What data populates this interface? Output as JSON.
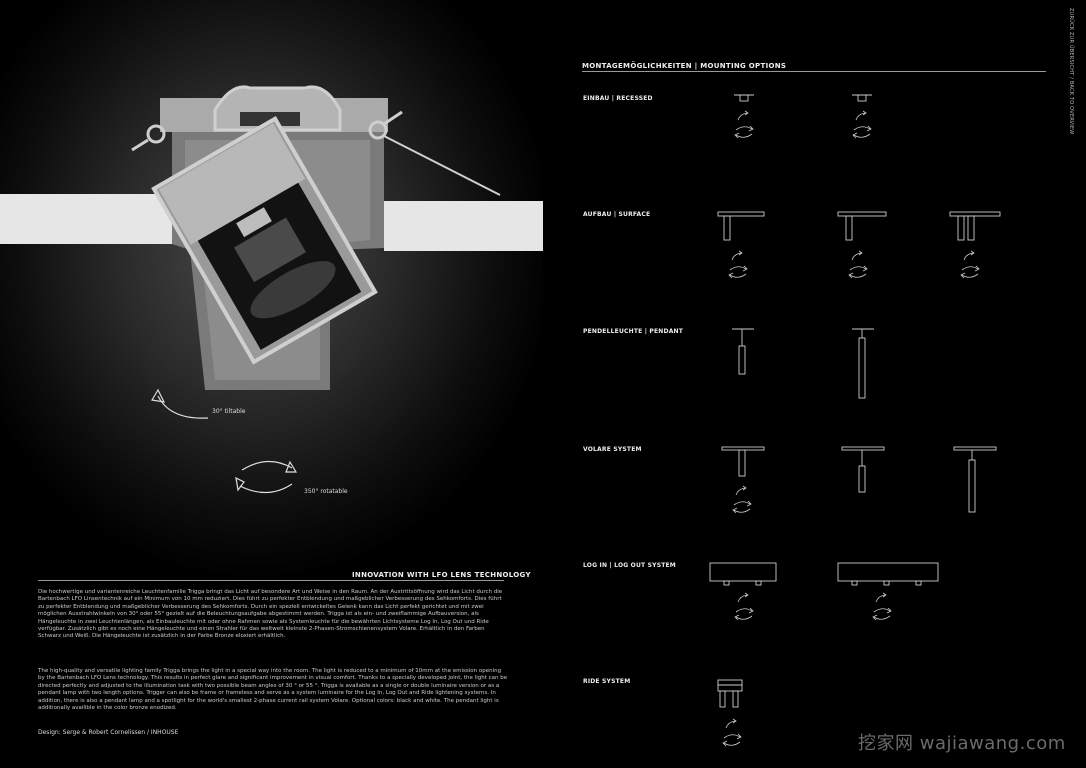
{
  "mounting": {
    "heading": "MONTAGEMÖGLICHKEITEN | MOUNTING OPTIONS",
    "rows": [
      {
        "label": "EINBAU | RECESSED"
      },
      {
        "label": "AUFBAU | SURFACE"
      },
      {
        "label": "PENDELLEUCHTE | PENDANT"
      },
      {
        "label": "VOLARE SYSTEM"
      },
      {
        "label": "LOG IN | LOG OUT SYSTEM"
      },
      {
        "label": "RIDE SYSTEM"
      }
    ]
  },
  "side_nav": "ZURÜCK ZUR ÜBERSICHT / BACK TO OVERVIEW",
  "captions": {
    "tilt": "30° tiltable",
    "rotate": "350° rotatable"
  },
  "innovation": {
    "heading": "INNOVATION WITH LFO LENS TECHNOLOGY",
    "german": "Die hochwertige und variantenreiche Leuchtenfamilie Trigga bringt das Licht auf besondere Art und Weise in den Raum. An der Austrittsöffnung wird das Licht durch die Bartenbach LFO Linsentechnik auf ein Minimum von 10 mm reduziert. Dies führt zu perfekter Entblendung und maßgeblicher Verbesserung des Sehkomforts. Dies führt zu perfekter Entblendung und maßgeblicher Verbesserung des Sehkomforts. Durch ein speziell entwickeltes Gelenk kann das Licht perfekt gerichtet und mit zwei möglichen Ausstrahlwinkeln von 30° oder 55° gezielt auf die Beleuchtungsaufgabe abgestimmt werden. Trigga ist als ein- und zweiflammige Aufbauversion, als Hängeleuchte in zwei Leuchtenlängen, als Einbauleuchte mit oder ohne Rahmen sowie als Systemleuchte für die bewährten Lichtsysteme Log In, Log Out und Ride verfügbar. Zusätzlich gibt es noch eine Hängeleuchte und einen Strahler für das weltweit kleinste 2-Phasen-Stromschienensystem Volare. Erhältlich in den Farben Schwarz und Weiß. Die Hängeleuchte ist zusätzlich in der Farbe Bronze eloxiert erhältlich.",
    "english": "The high-quality and versatile lighting family Trigga brings the light in a special way into the room. The light is reduced to a minimum of 10mm at the emission opening by the Bartenbach LFO Lens technology. This results in perfect glare and significant improvement in visual comfort. Thanks to a specially developed joint, the light can be directed perfectly and adjusted to the illumination task with two possible beam angles of 30 ° or 55 °. Trigga is available as a single or double luminaire version or as a pendant lamp with two length options. Trigger can also be frame or frameless and serve as a system luminaire for the Log In, Log Out and Ride lightening systems. In addition, there is also a pendant lamp and a spotlight for the world's smallest 2-phase current rail system Volare. Optional colors: black and white. The pendant light is additionally availible in the color bronze enodized.",
    "design": "Design: Serge & Robert Cornelissen  / INHOUSE"
  },
  "watermark": "挖家网 wajiawang.com"
}
